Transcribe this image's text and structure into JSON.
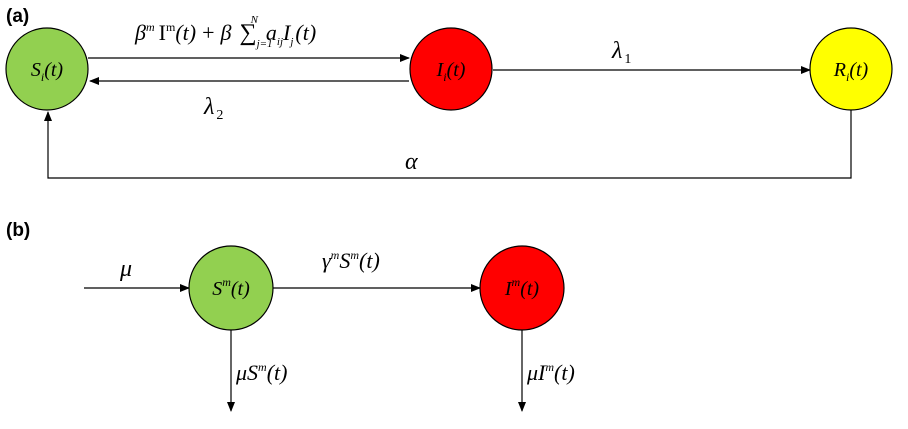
{
  "panels": {
    "a": {
      "label": "(a)",
      "nodes": {
        "S": {
          "label": "S",
          "sub": "i",
          "arg": "(t)",
          "color": "#92d050"
        },
        "I": {
          "label": "I",
          "sub": "i",
          "arg": "(t)",
          "color": "#ff0000"
        },
        "R": {
          "label": "R",
          "sub": "i",
          "arg": "(t)",
          "color": "#ffff00"
        }
      },
      "edges": {
        "infection": {
          "beta": "β",
          "beta_sup": "m",
          "I": "I",
          "I_sup": "m",
          "arg1": "(t)",
          "plus": "+",
          "beta2": "β",
          "sum": "∑",
          "sum_lower": "j=1",
          "sum_upper": "N",
          "a": "a",
          "a_sub": "ij",
          "Ij": "I",
          "Ij_sub": "j",
          "arg2": "(t)"
        },
        "recovery_to_S": {
          "symbol": "λ",
          "sub": "2"
        },
        "recovery_to_R": {
          "symbol": "λ",
          "sub": "1"
        },
        "immunity_loss": {
          "symbol": "α"
        }
      }
    },
    "b": {
      "label": "(b)",
      "nodes": {
        "S": {
          "label": "S",
          "sup": "m",
          "arg": "(t)",
          "color": "#92d050"
        },
        "I": {
          "label": "I",
          "sup": "m",
          "arg": "(t)",
          "color": "#ff0000"
        }
      },
      "edges": {
        "birth": {
          "symbol": "μ"
        },
        "infection": {
          "gamma": "γ",
          "gamma_sup": "m",
          "S": "S",
          "S_sup": "m",
          "arg": "(t)"
        },
        "death_S": {
          "mu": "μ",
          "S": "S",
          "sup": "m",
          "arg": "(t)"
        },
        "death_I": {
          "mu": "μ",
          "I": "I",
          "sup": "m",
          "arg": "(t)"
        }
      }
    }
  }
}
